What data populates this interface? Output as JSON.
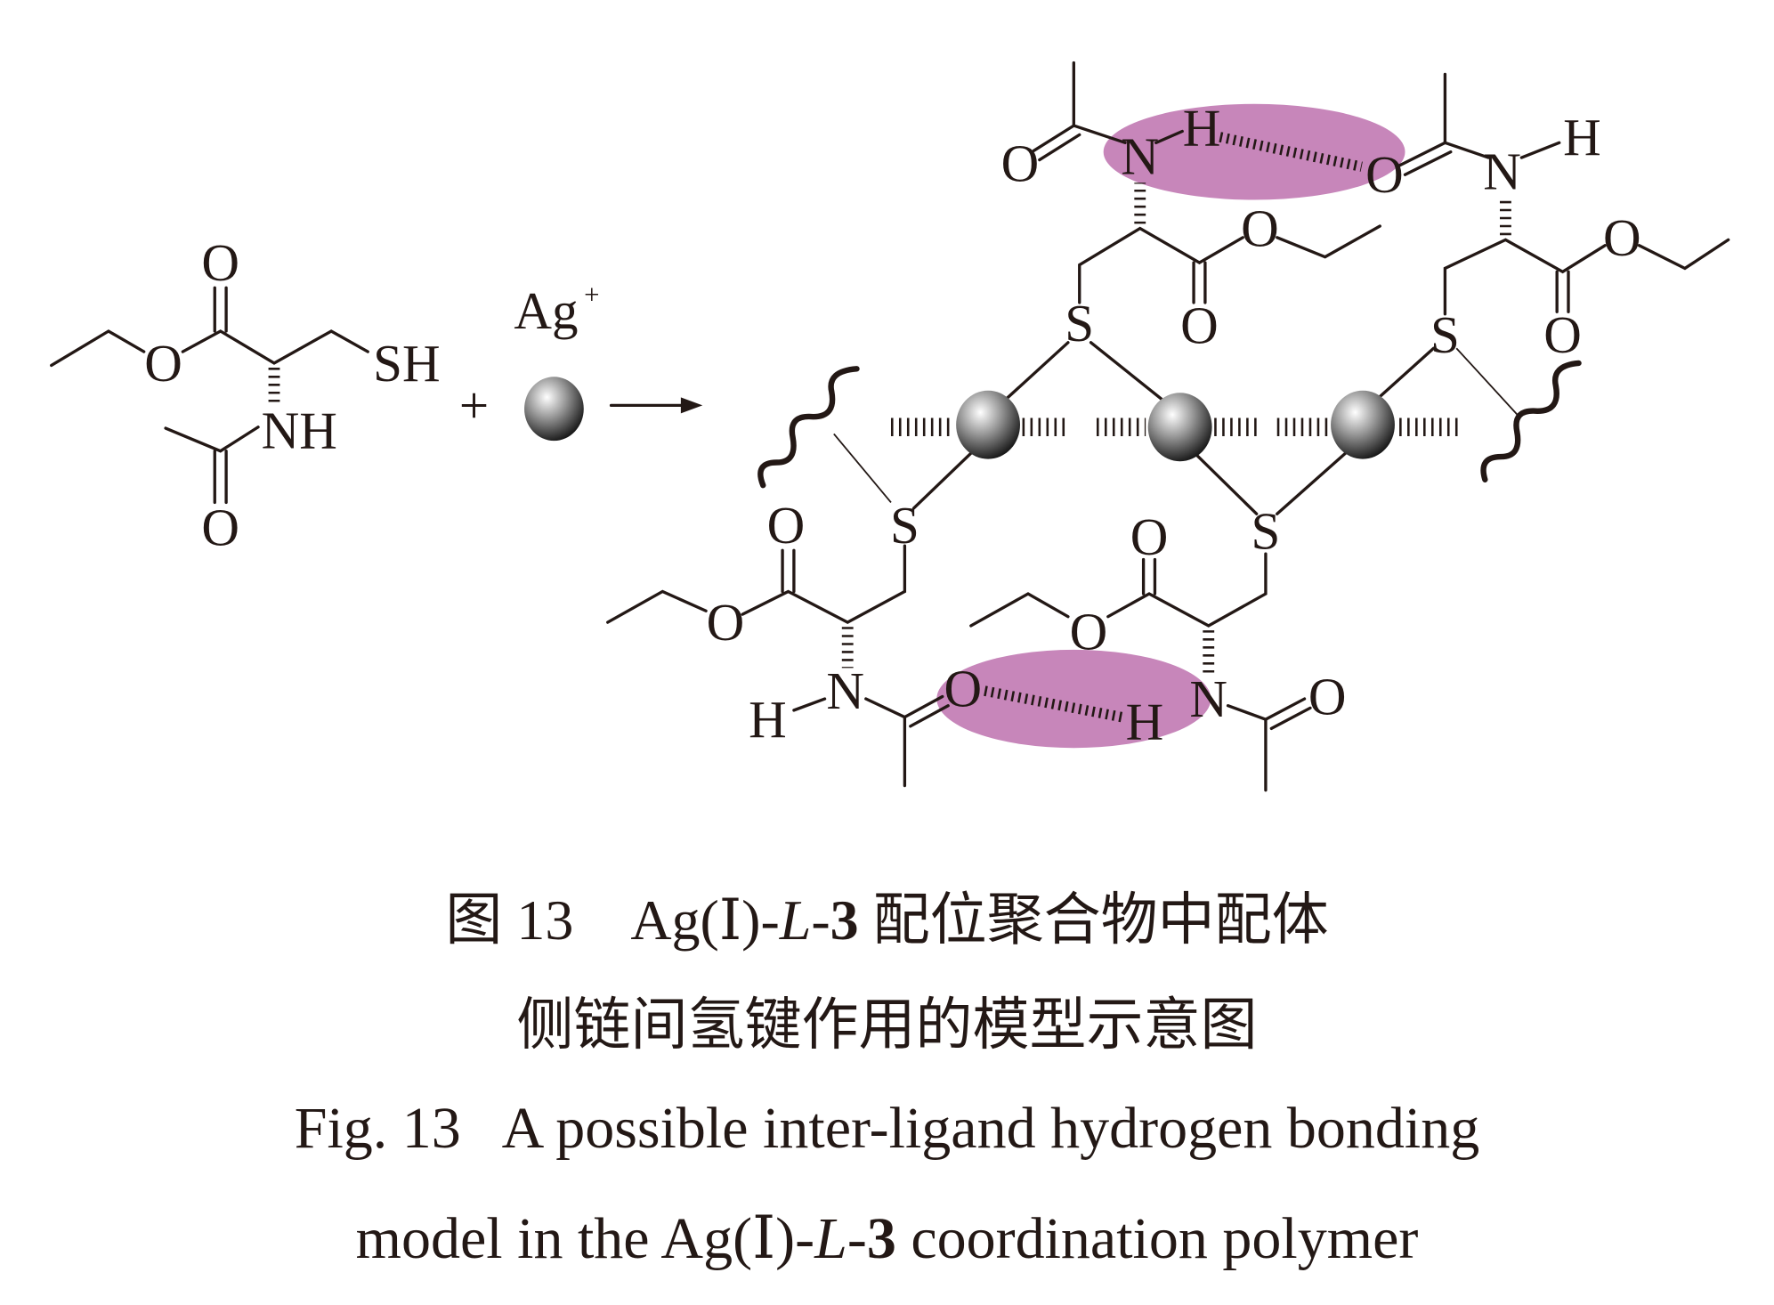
{
  "scheme": {
    "atoms": {
      "O": "O",
      "N": "N",
      "H": "H",
      "S": "S",
      "SH": "SH",
      "NH": "NH"
    },
    "reagent": "Ag",
    "reagent_charge": "+",
    "plus": "+",
    "colors": {
      "hbond_highlight": "#c786ba",
      "ink": "#231815"
    }
  },
  "caption": {
    "cn_line1_prefix": "图 13　Ag(Ⅰ)-",
    "cn_line1_italic": "L",
    "cn_line1_dash": "-",
    "cn_line1_bold": "3",
    "cn_line1_suffix": " 配位聚合物中配体",
    "cn_line2": "侧链间氢键作用的模型示意图",
    "en_line1": "Fig. 13   A possible inter-ligand hydrogen bonding",
    "en_line2_prefix": "model in the Ag(Ⅰ)-",
    "en_line2_italic": "L",
    "en_line2_dash": "-",
    "en_line2_bold": "3",
    "en_line2_suffix": " coordination polymer"
  }
}
